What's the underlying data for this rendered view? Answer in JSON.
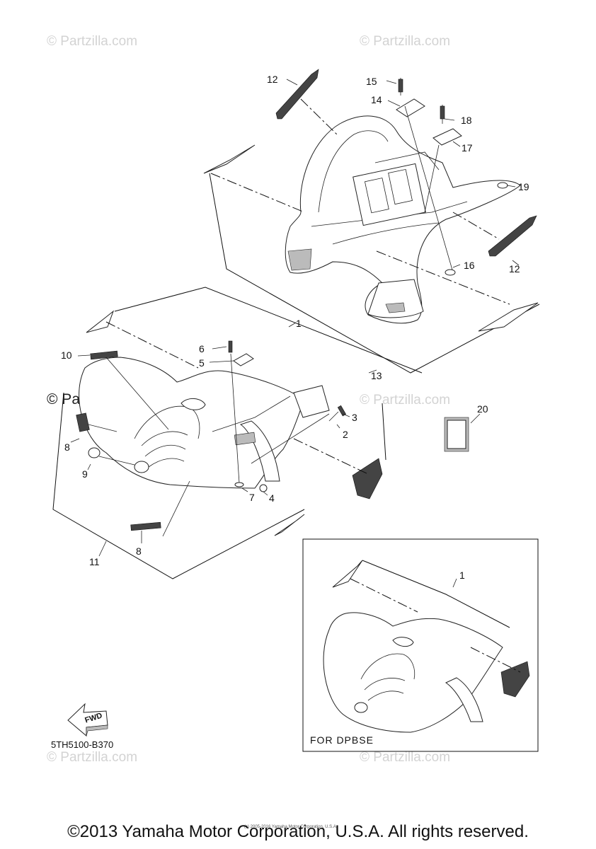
{
  "watermarks": {
    "top_left": "© Partzilla.com",
    "top_right": "© Partzilla.com",
    "mid_left": "© Partzilla.com",
    "mid_right": "© Partzilla.com",
    "bottom_left": "© Partzilla.com",
    "bottom_right": "© Partzilla.com"
  },
  "callouts": {
    "c1": "1",
    "c2": "2",
    "c3": "3",
    "c4": "4",
    "c5": "5",
    "c6": "6",
    "c7": "7",
    "c8a": "8",
    "c8b": "8",
    "c9": "9",
    "c10": "10",
    "c11": "11",
    "c12a": "12",
    "c12b": "12",
    "c13": "13",
    "c14": "14",
    "c15": "15",
    "c16": "16",
    "c17": "17",
    "c18": "18",
    "c19": "19",
    "c20": "20",
    "inset_c1": "1"
  },
  "inset": {
    "label": "FOR  DPBSE"
  },
  "fwd_arrow": {
    "label": "FWD",
    "icon": "fwd-arrow-icon"
  },
  "diagram_code": "5TH5100-B370",
  "small_print": "(c) 2005-2016 Yamaha Motor Corporation, U.S.A.",
  "copyright": "©2013 Yamaha Motor Corporation, U.S.A. All rights reserved."
}
